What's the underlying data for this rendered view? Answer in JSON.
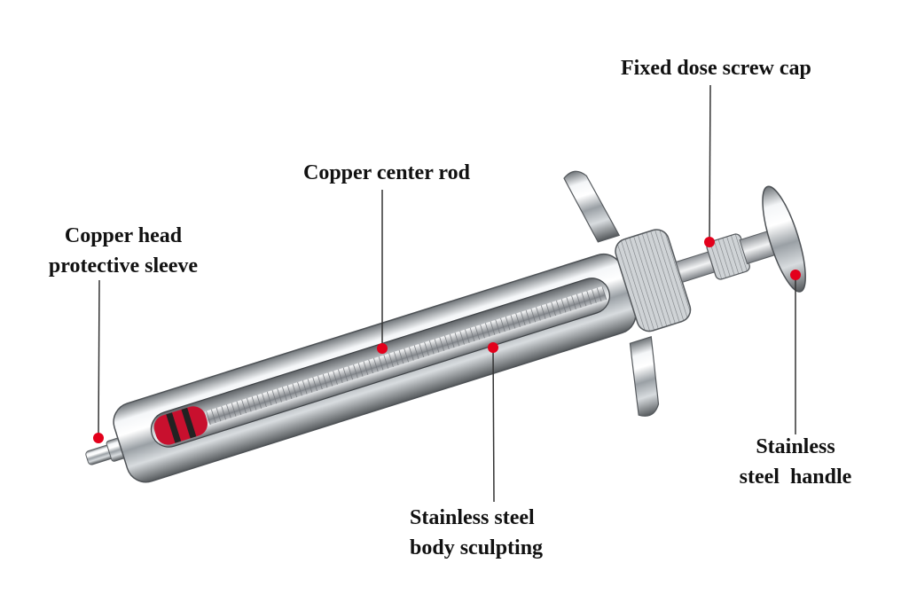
{
  "callouts": {
    "fixed_dose_screw_cap": {
      "lines": [
        "Fixed dose screw cap"
      ]
    },
    "copper_center_rod": {
      "lines": [
        "Copper center rod"
      ]
    },
    "copper_head_sleeve": {
      "lines": [
        "Copper head",
        "protective sleeve"
      ]
    },
    "stainless_handle": {
      "lines": [
        "Stainless",
        "steel  handle"
      ]
    },
    "stainless_body": {
      "lines": [
        "Stainless steel",
        "body sculpting"
      ]
    }
  },
  "colors": {
    "marker": "#e3001b",
    "leader_line": "#333333",
    "text": "#111111",
    "background": "#ffffff"
  }
}
